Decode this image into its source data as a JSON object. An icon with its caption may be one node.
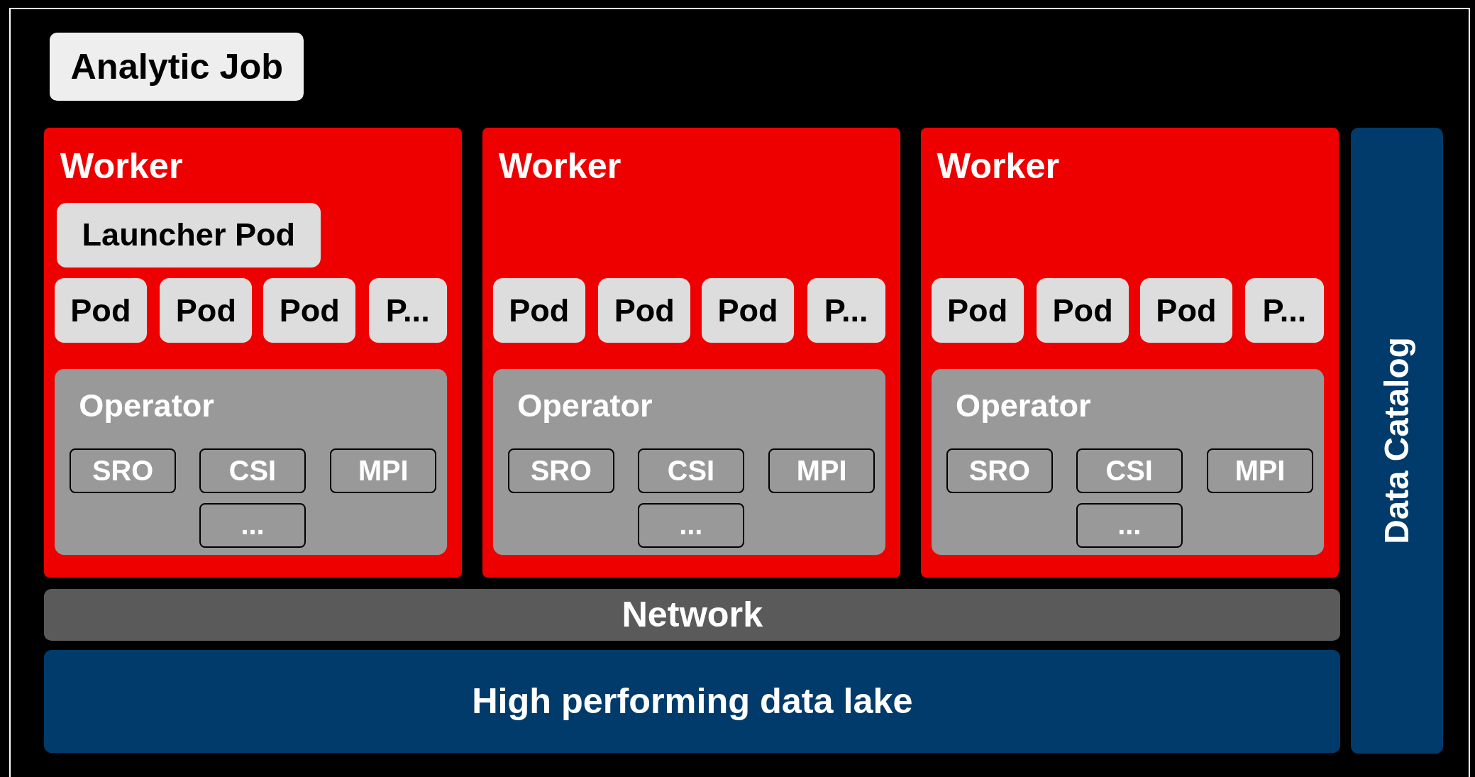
{
  "diagram": {
    "nodes": [
      {
        "text": [
          "Analytic Job"
        ]
      },
      {
        "text": [
          "Worker"
        ]
      },
      {
        "text": [
          "Launcher Pod"
        ],
        "in": 1
      },
      {
        "text": [
          "Pod"
        ],
        "in": 1
      },
      {
        "text": [
          "Pod"
        ],
        "in": 1
      },
      {
        "text": [
          "Pod"
        ],
        "in": 1
      },
      {
        "text": [
          "P..."
        ],
        "in": 1
      },
      {
        "text": [
          "Operator"
        ],
        "in": 1
      },
      {
        "text": [
          "SRO"
        ],
        "in": 7
      },
      {
        "text": [
          "CSI"
        ],
        "in": 7
      },
      {
        "text": [
          "MPI"
        ],
        "in": 7
      },
      {
        "text": [
          "..."
        ],
        "in": 7
      },
      {
        "text": [
          "Worker"
        ]
      },
      {
        "text": [
          "Pod"
        ],
        "in": 12
      },
      {
        "text": [
          "Pod"
        ],
        "in": 12
      },
      {
        "text": [
          "Pod"
        ],
        "in": 12
      },
      {
        "text": [
          "P..."
        ],
        "in": 12
      },
      {
        "text": [
          "Operator"
        ],
        "in": 12
      },
      {
        "text": [
          "SRO"
        ],
        "in": 17
      },
      {
        "text": [
          "CSI"
        ],
        "in": 17
      },
      {
        "text": [
          "MPI"
        ],
        "in": 17
      },
      {
        "text": [
          "..."
        ],
        "in": 17
      },
      {
        "text": [
          "Worker"
        ]
      },
      {
        "text": [
          "Pod"
        ],
        "in": 22
      },
      {
        "text": [
          "Pod"
        ],
        "in": 22
      },
      {
        "text": [
          "Pod"
        ],
        "in": 22
      },
      {
        "text": [
          "P..."
        ],
        "in": 22
      },
      {
        "text": [
          "Operator"
        ],
        "in": 22
      },
      {
        "text": [
          "SRO"
        ],
        "in": 27
      },
      {
        "text": [
          "CSI"
        ],
        "in": 27
      },
      {
        "text": [
          "MPI"
        ],
        "in": 27
      },
      {
        "text": [
          "..."
        ],
        "in": 27
      },
      {
        "text": [
          "Network"
        ]
      },
      {
        "text": [
          "High performing data lake"
        ]
      },
      {
        "text": [
          "Data Catalog"
        ]
      }
    ],
    "edges": []
  }
}
